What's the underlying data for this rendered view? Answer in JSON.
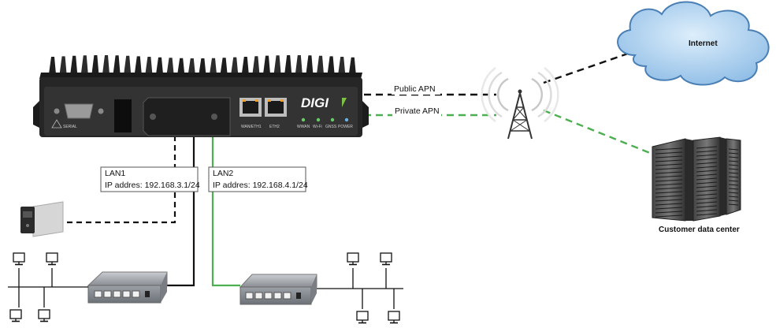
{
  "labels": {
    "public_apn": "Public APN",
    "private_apn": "Private APN",
    "internet": "Internet",
    "data_center": "Customer data center",
    "lan1_name": "LAN1",
    "lan1_ip": "IP addres: 192.168.3.1/24",
    "lan2_name": "LAN2",
    "lan2_ip": "IP addres: 192.168.4.1/24"
  },
  "router": {
    "brand": "DIGI",
    "serial": "SERIAL",
    "port_wan": "WAN/ETH1",
    "port_eth2": "ETH2",
    "led_wwan": "WWAN",
    "led_wifi": "Wi-Fi",
    "led_gnss": "GNSS",
    "led_power": "POWER"
  },
  "colors": {
    "public_link": "#111111",
    "private_link": "#4caf50",
    "cloud_fill": "#b3d3ef",
    "cloud_stroke": "#4a7fb5",
    "router_body": "#222222"
  }
}
